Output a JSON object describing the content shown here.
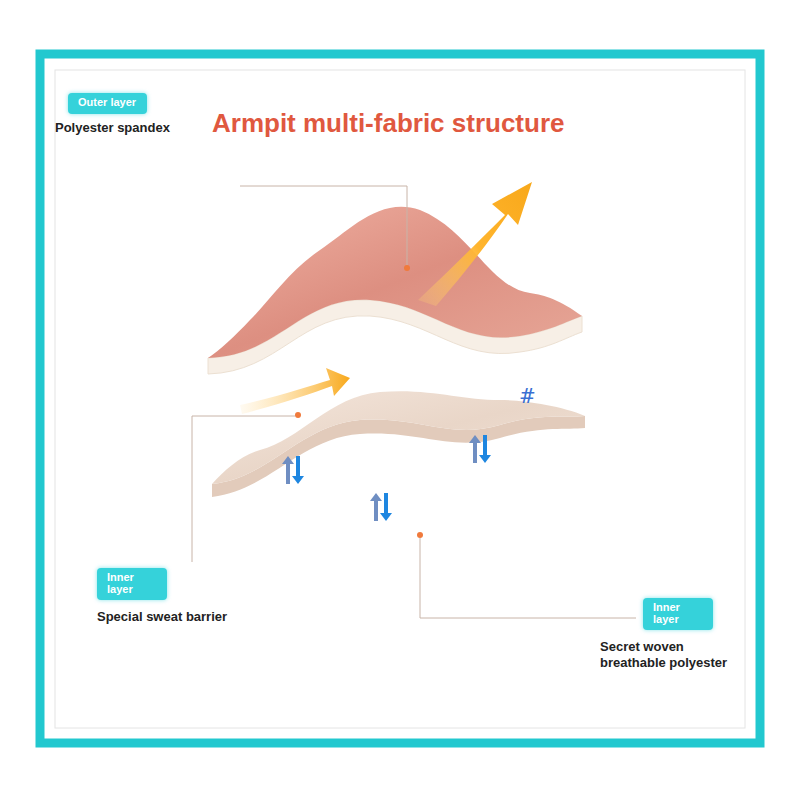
{
  "diagram": {
    "title": "Armpit multi-fabric structure",
    "nodes": [
      {
        "text": [
          "Outer layer",
          "Polyester spandex"
        ]
      },
      {
        "text": [
          "Inner layer",
          "Special sweat barrier"
        ]
      },
      {
        "text": [
          "Inner layer",
          "Secret woven breathable polyester"
        ]
      }
    ],
    "labels": [
      "#"
    ]
  }
}
